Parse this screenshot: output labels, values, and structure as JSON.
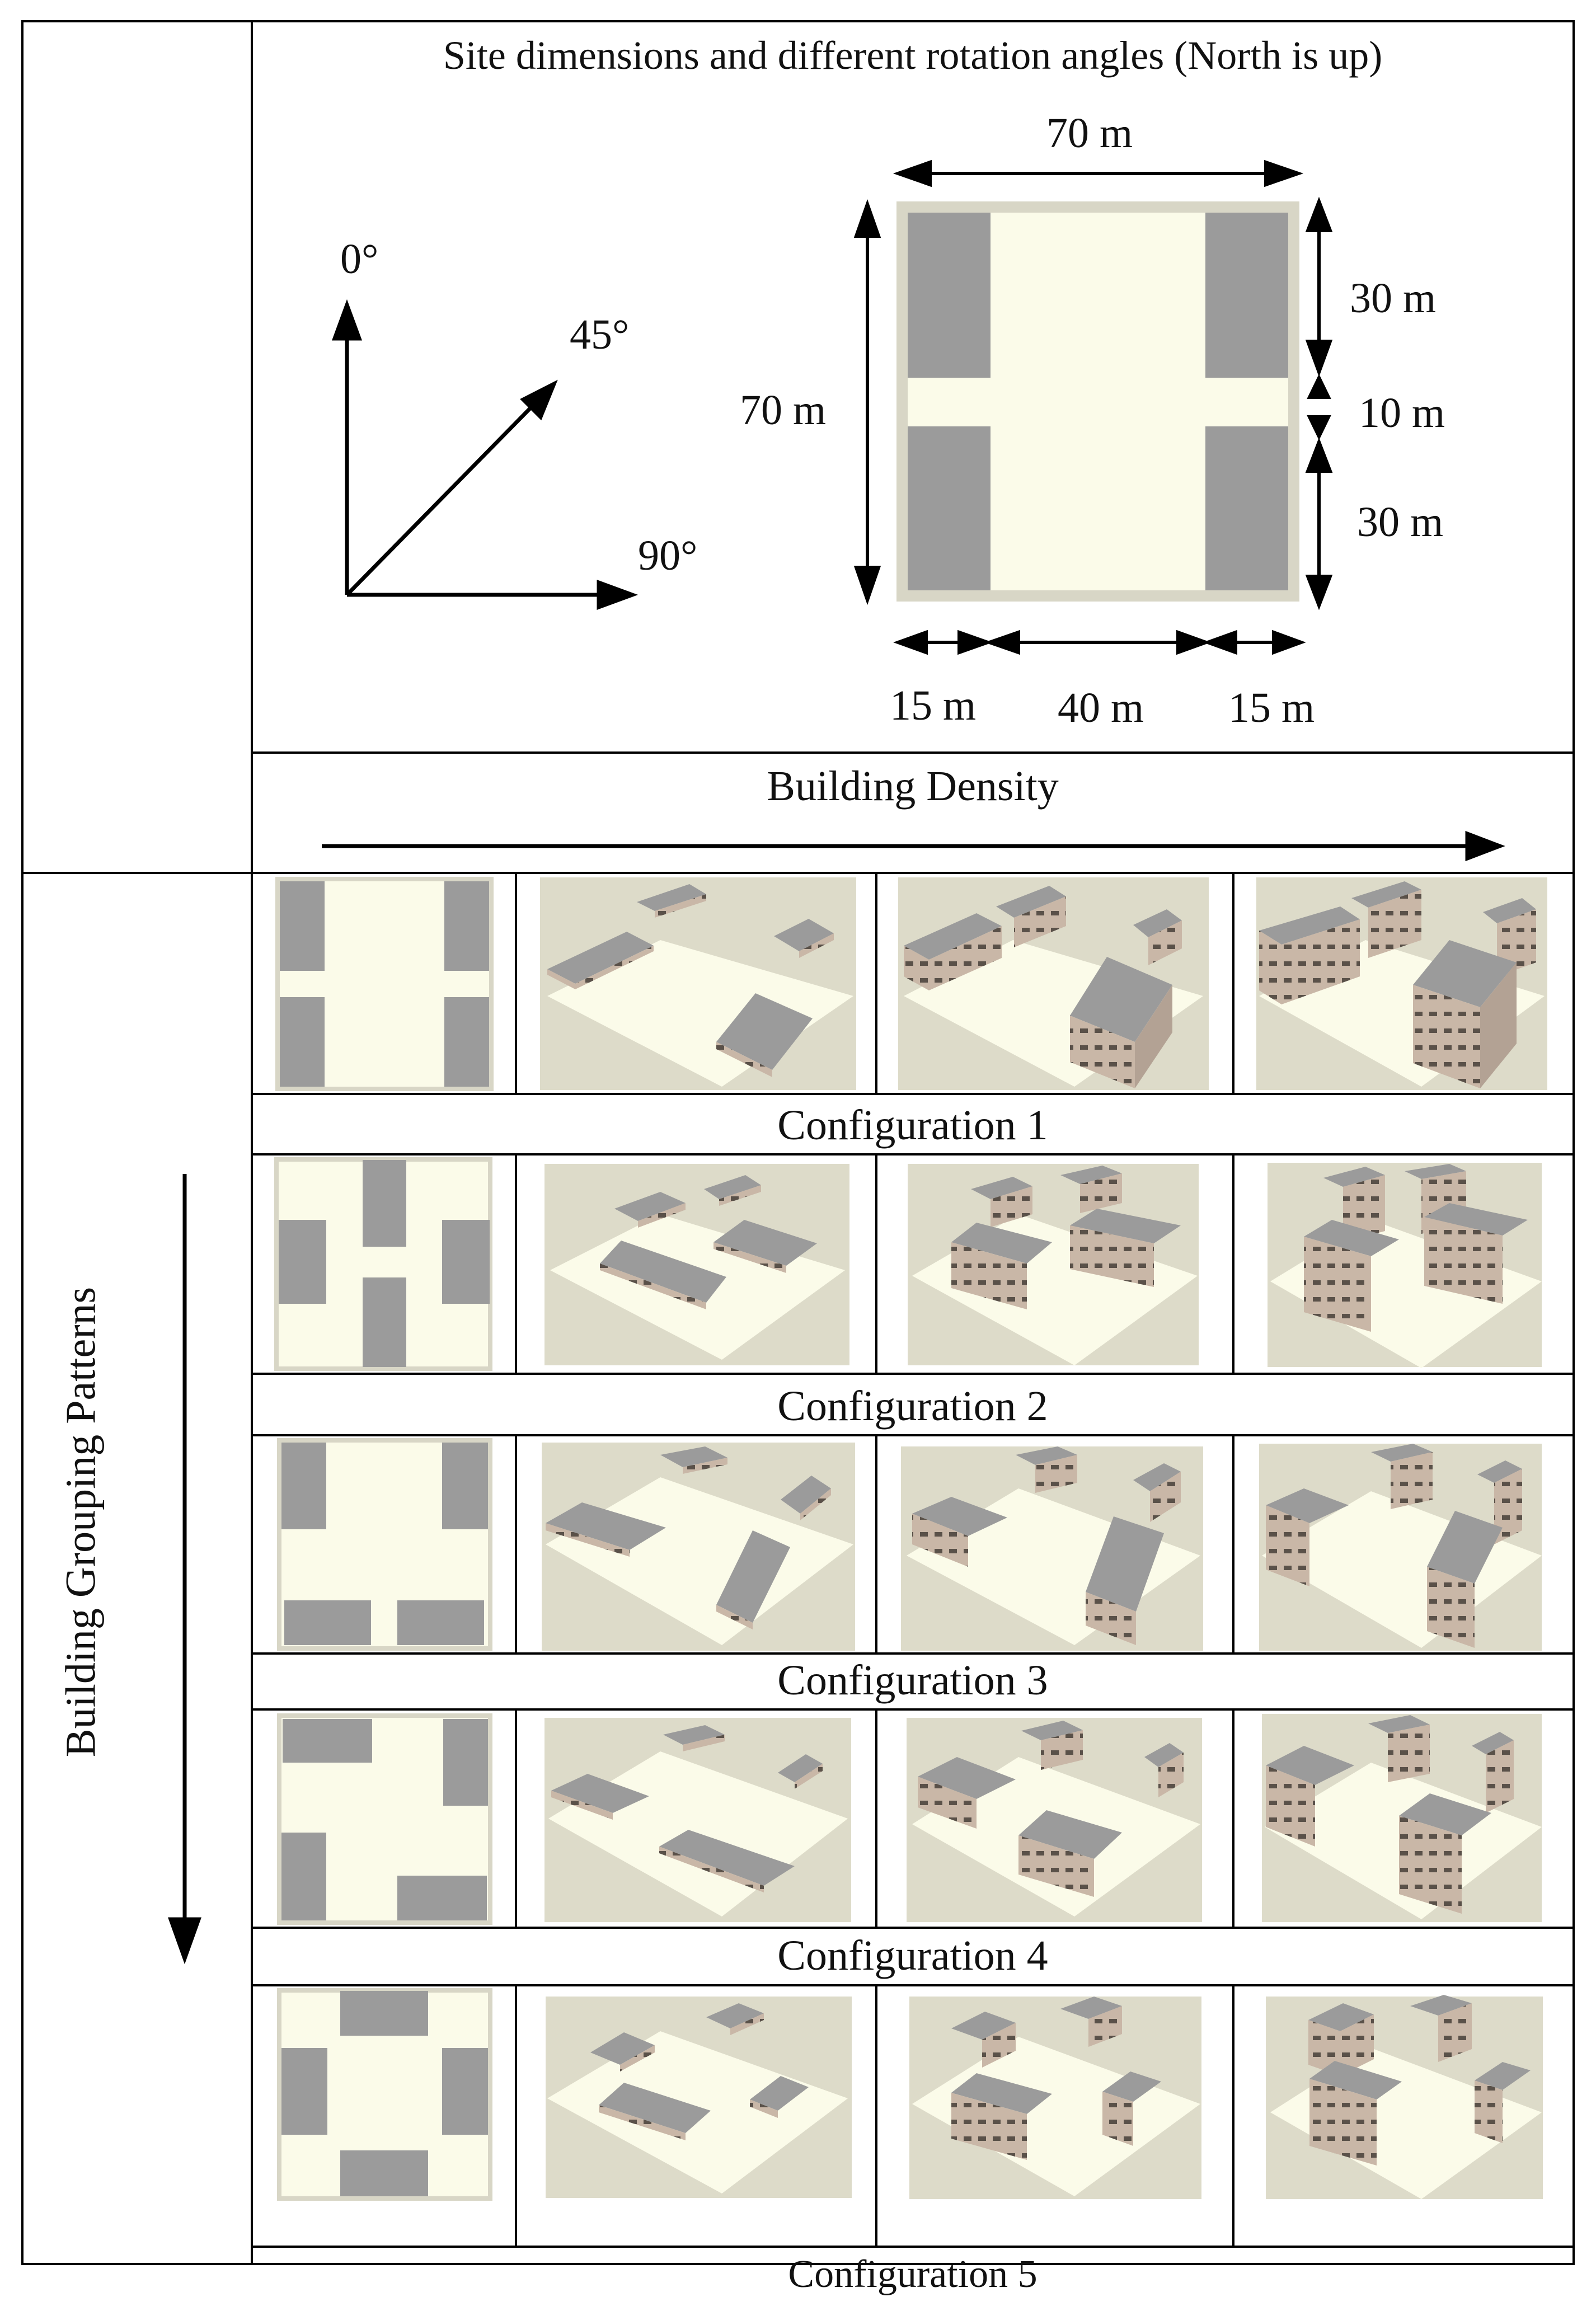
{
  "header": {
    "site_title": "Site dimensions and different rotation angles (North is up)",
    "density_label": "Building Density",
    "grouping_label": "Building Grouping Patterns"
  },
  "angles": {
    "a0": "0°",
    "a45": "45°",
    "a90": "90°"
  },
  "dimensions": {
    "width_top": "70 m",
    "height_left": "70 m",
    "right_top": "30 m",
    "right_mid": "10 m",
    "right_bottom": "30 m",
    "bottom_left": "15 m",
    "bottom_mid": "40 m",
    "bottom_right": "15 m"
  },
  "colors": {
    "building_roof": "#9b9b9b",
    "site_ground": "#fbfbe9",
    "site_border": "#d8d6c6",
    "render_background": "#dddbc9",
    "facade": "#c9b7a7",
    "line": "#000000"
  },
  "configurations": [
    {
      "label": "Configuration 1"
    },
    {
      "label": "Configuration 2"
    },
    {
      "label": "Configuration 3"
    },
    {
      "label": "Configuration 4"
    },
    {
      "label": "Configuration 5"
    }
  ]
}
